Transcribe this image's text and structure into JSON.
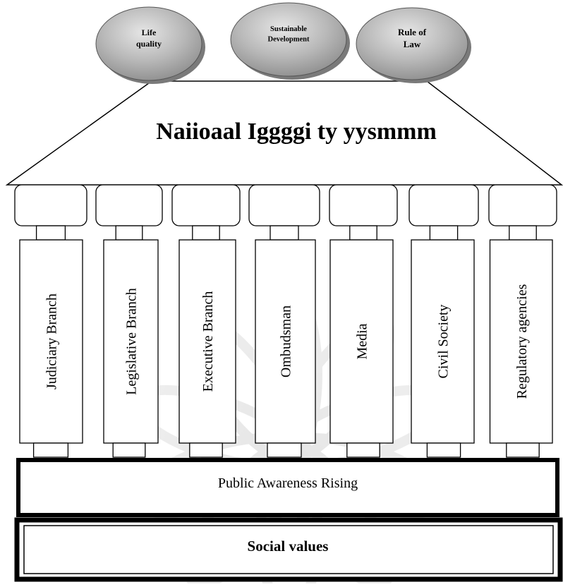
{
  "goals": [
    {
      "id": "life-quality",
      "lines": [
        "Life",
        "quality"
      ]
    },
    {
      "id": "sustainable-development",
      "lines": [
        "Sustainable",
        "Development"
      ]
    },
    {
      "id": "rule-of-law",
      "lines": [
        "Rule of",
        "Law"
      ]
    }
  ],
  "roof_title": "Naiioaal Iggggi ty yysmmm",
  "pillars": [
    "Judiciary Branch",
    "Legislative Branch",
    "Executive Branch",
    "Ombudsman",
    "Media",
    "Civil Society",
    "Regulatory agencies"
  ],
  "foundation": {
    "upper_label": "Public Awareness Rising",
    "base_label": "Social values"
  }
}
